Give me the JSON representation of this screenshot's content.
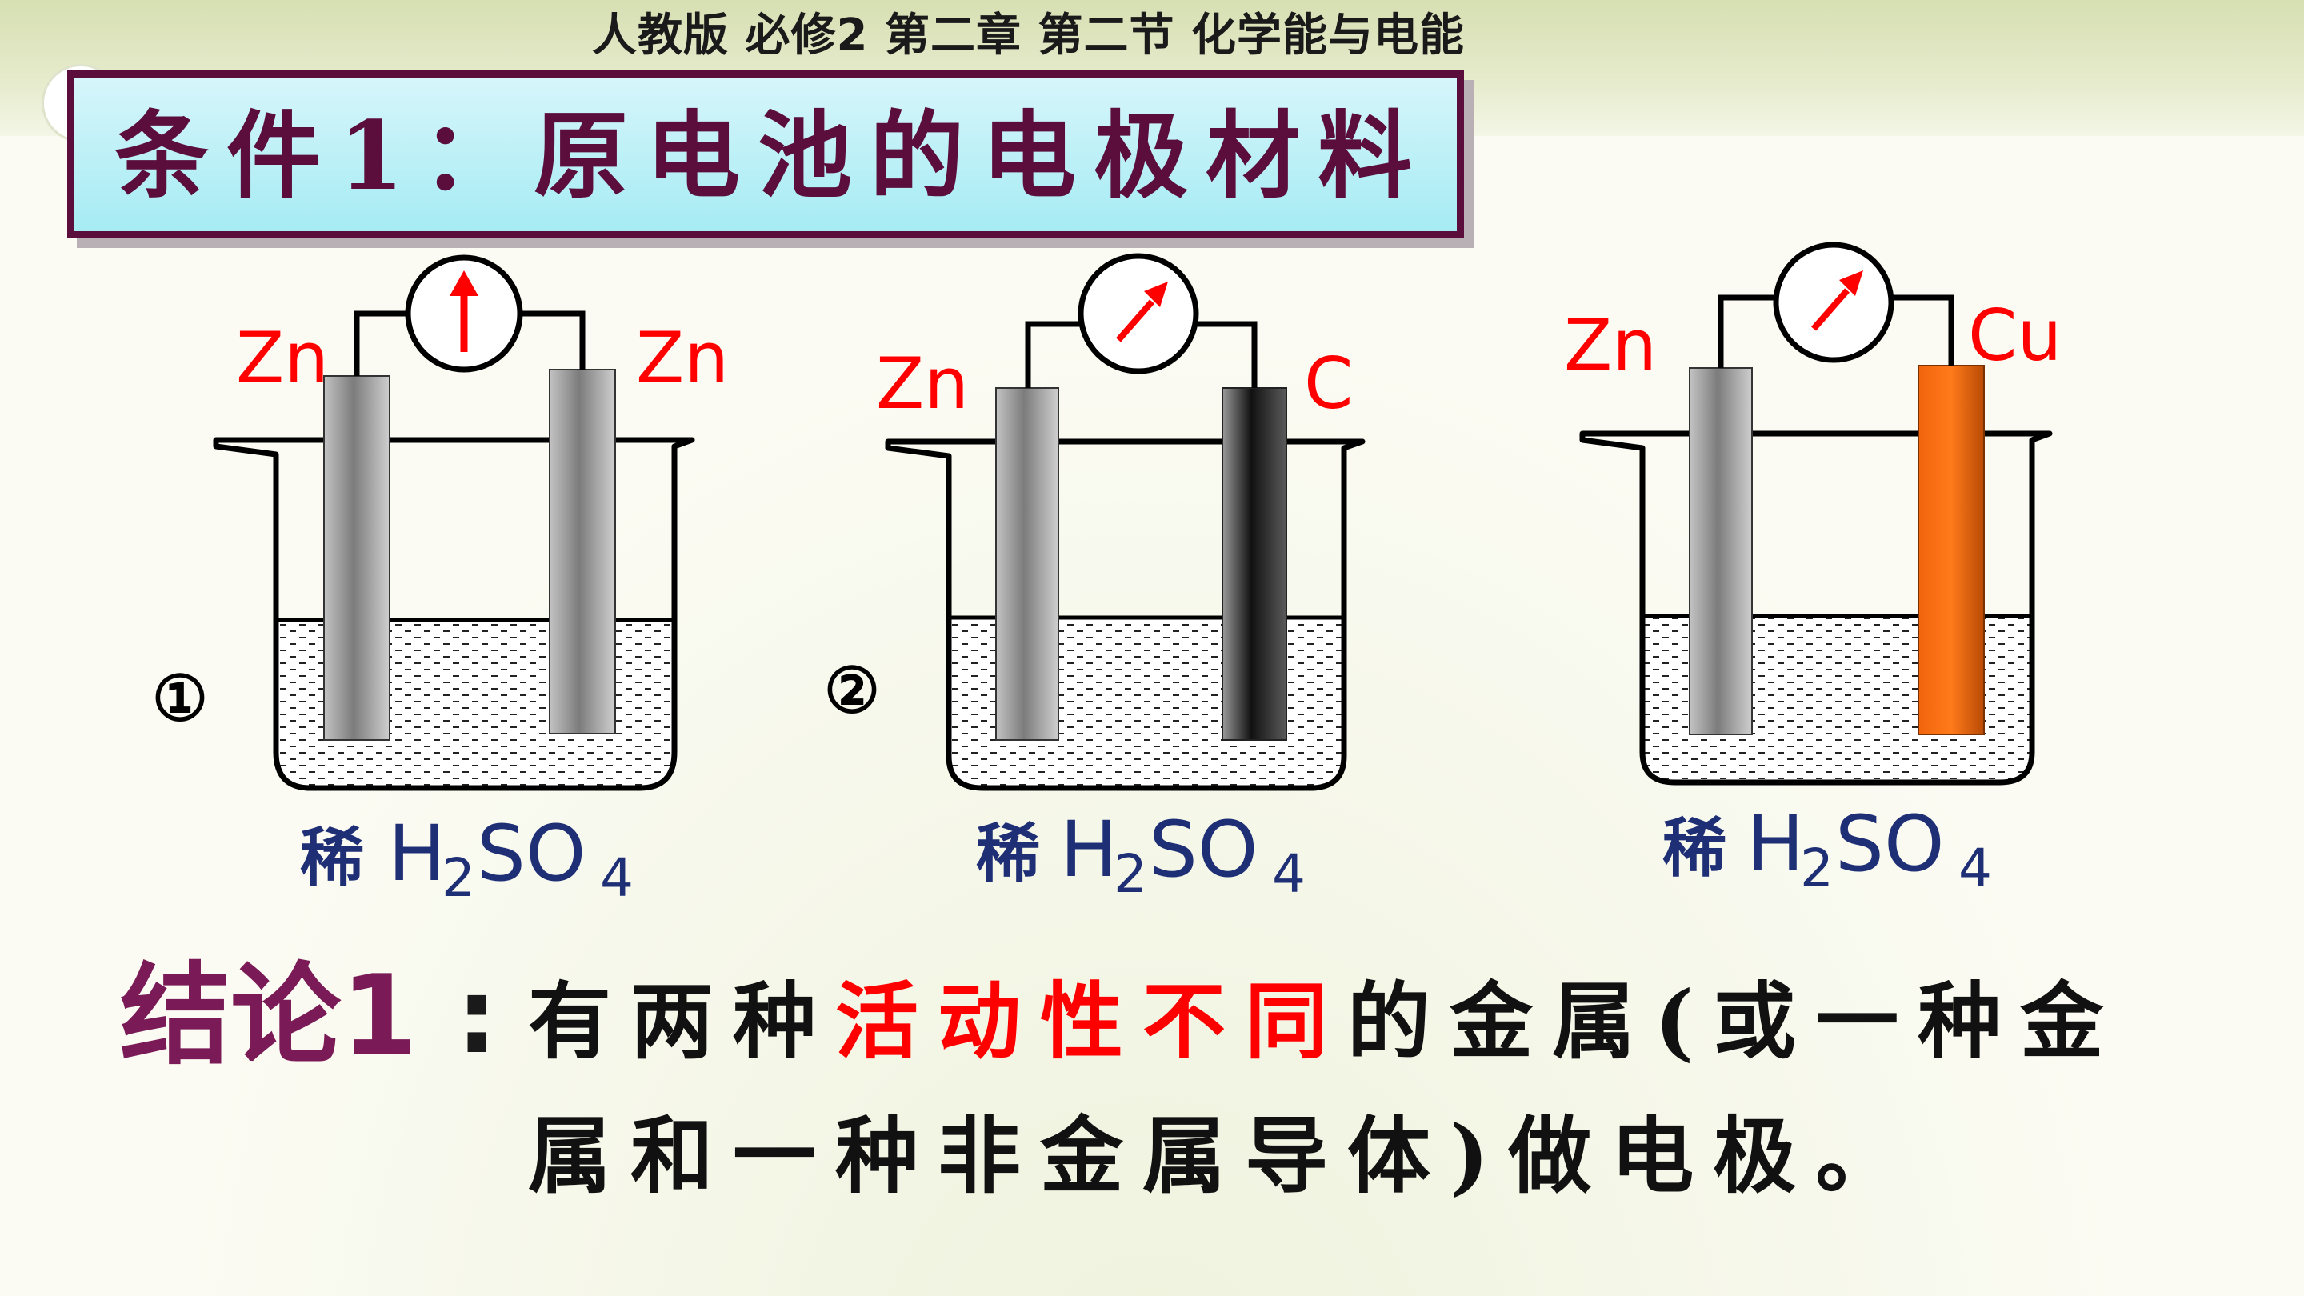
{
  "header": {
    "text": "人教版  必修2  第二章 第二节 化学能与电能"
  },
  "title": {
    "text": "条件1：原电池的电极材料"
  },
  "diagrams": [
    {
      "index": "①",
      "left_electrode": "Zn",
      "right_electrode": "Zn",
      "electrolyte_prefix": "稀",
      "electrolyte_h": "H",
      "electrolyte_h_sub": "2",
      "electrolyte_so": "SO",
      "electrolyte_so_sub": "4",
      "meter_reading": "upright"
    },
    {
      "index": "②",
      "left_electrode": "Zn",
      "right_electrode": "C",
      "electrolyte_prefix": "稀",
      "electrolyte_h": "H",
      "electrolyte_h_sub": "2",
      "electrolyte_so": "SO",
      "electrolyte_so_sub": "4",
      "meter_reading": "deflected"
    },
    {
      "index": "",
      "left_electrode": "Zn",
      "right_electrode": "Cu",
      "electrolyte_prefix": "稀",
      "electrolyte_h": "H",
      "electrolyte_h_sub": "2",
      "electrolyte_so": "SO",
      "electrolyte_so_sub": "4",
      "meter_reading": "deflected"
    }
  ],
  "colors": {
    "zinc": "#a9a9a9",
    "carbon": "#2f2f2f",
    "copper": "#e8610a",
    "label_red": "#ff0000",
    "acid_blue": "#1f2f76",
    "title_text": "#5b0d3c",
    "title_bg": "#a6ebf3"
  },
  "conclusion": {
    "label": "结论1",
    "colon": ":",
    "line1_pre": "有两种",
    "line1_highlight": "活动性不同",
    "line1_post": "的金属(或一种金",
    "line2": "属和一种非金属导体)做电极。"
  }
}
